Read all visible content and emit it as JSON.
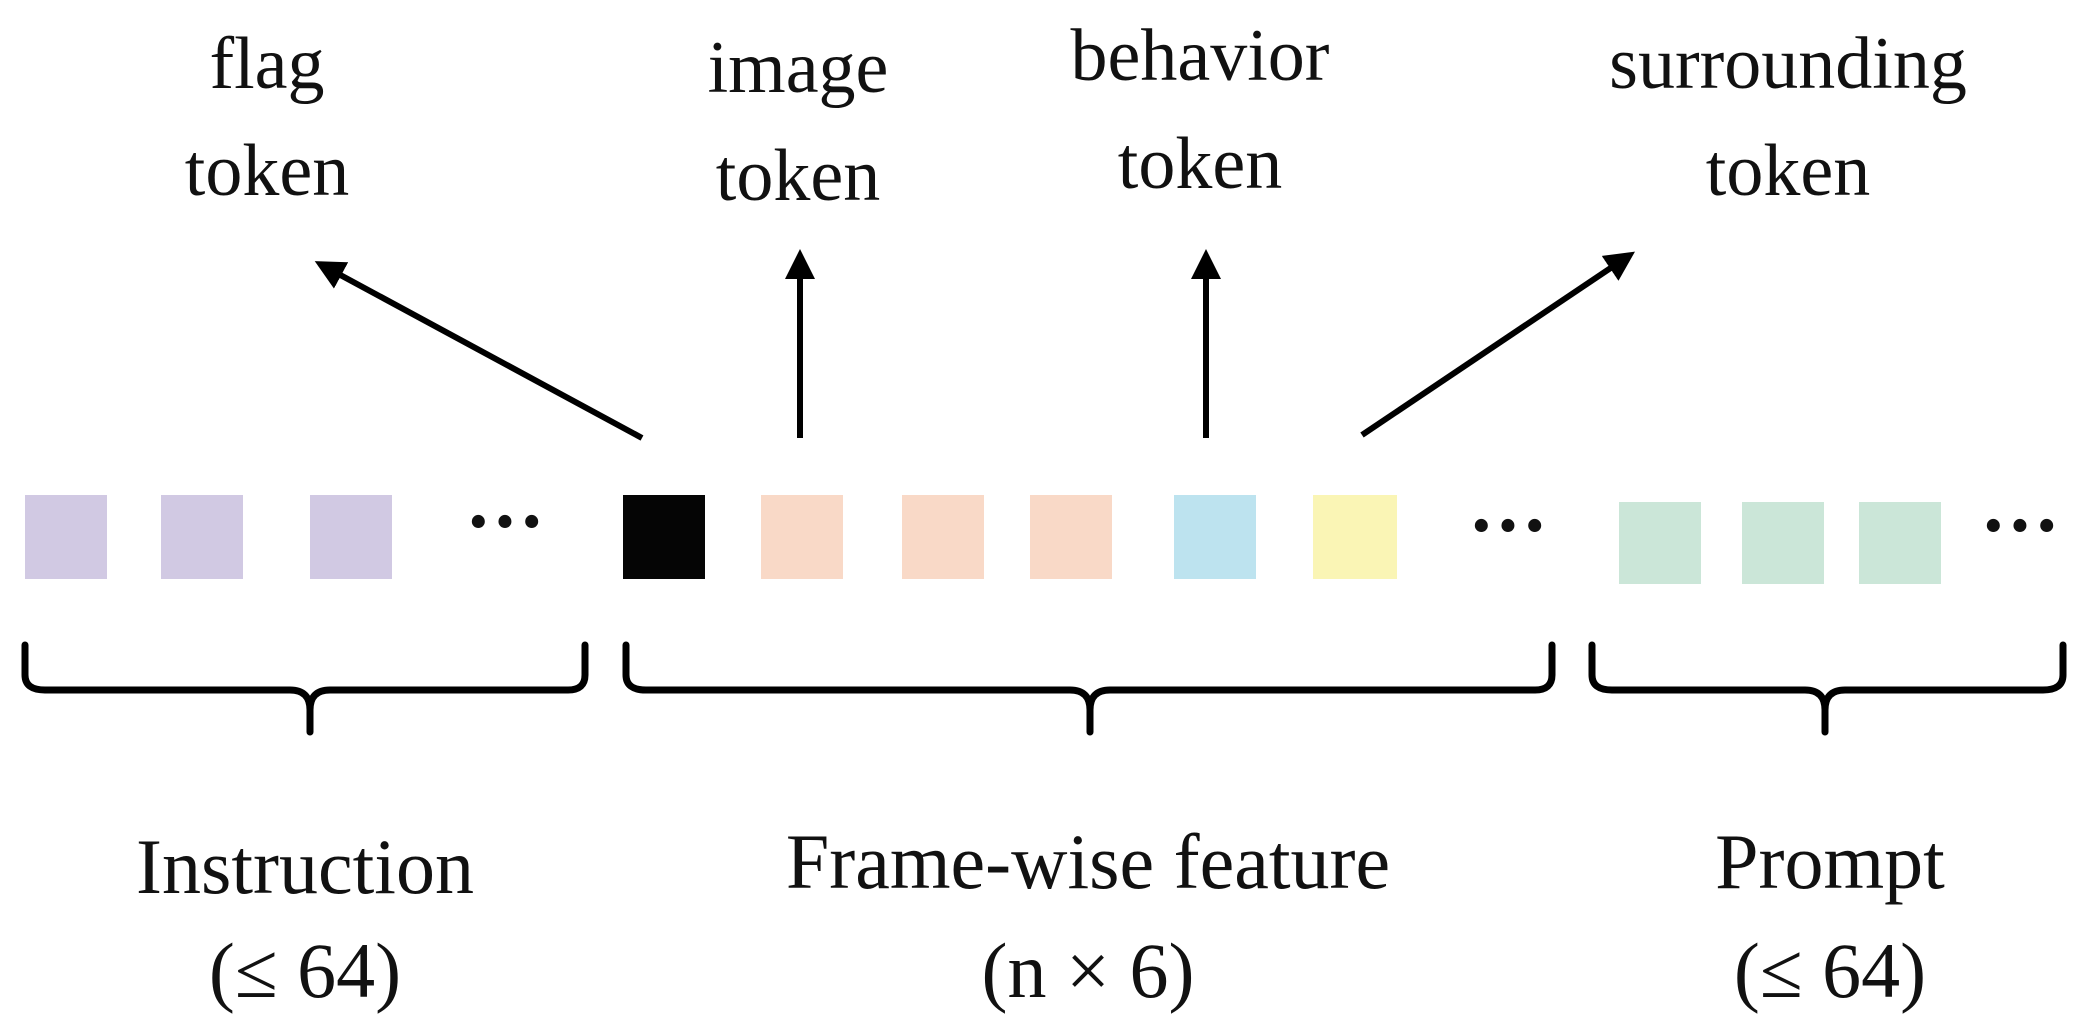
{
  "token_labels": {
    "flag": [
      "flag",
      "token"
    ],
    "image": [
      "image",
      "token"
    ],
    "behavior": [
      "behavior",
      "token"
    ],
    "surrounding": [
      "surrounding",
      "token"
    ]
  },
  "ellipsis": "···",
  "groups": {
    "instruction": {
      "label": "Instruction",
      "count": "(≤ 64)"
    },
    "frame": {
      "label": "Frame-wise feature",
      "count": "(n × 6)"
    },
    "prompt": {
      "label": "Prompt",
      "count": "(≤ 64)"
    }
  },
  "colors": {
    "instruction_token": "#d1c9e3",
    "flag_token": "#050505",
    "image_token": "#f9d9c7",
    "behavior_token": "#bde3ef",
    "surrounding_token": "#faf5b5",
    "prompt_token": "#cbe6d8"
  }
}
